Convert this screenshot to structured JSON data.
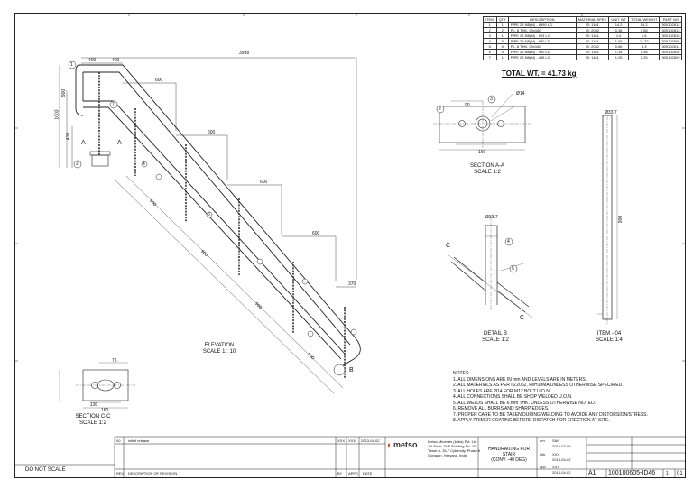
{
  "bom": {
    "headers": [
      "ITEM",
      "QTY",
      "DESCRIPTION",
      "MATERIAL SPEC",
      "UNIT WT",
      "TOTAL WEIGHT",
      "PART NO"
    ],
    "rows": [
      [
        "1",
        "1",
        "PIPE 25 NB(M) - 6390 LG.",
        "IS: 1161",
        "14.2",
        "14.2",
        "300102812"
      ],
      [
        "2",
        "2",
        "PL. 8 THK. 90x160",
        "IS: 2062",
        "0.36",
        "0.58",
        "300102813"
      ],
      [
        "3",
        "1",
        "PIPE 25 NB(M) - 963 LG.",
        "IS: 1161",
        "1.6",
        "1.6",
        "300102815"
      ],
      [
        "4",
        "5",
        "PIPE 25 NB(M) - 880 LG.",
        "IS: 1161",
        "1.65",
        "11.32",
        "300102806"
      ],
      [
        "5",
        "5",
        "PL. 8 THK. 90x160",
        "IS: 2062",
        "0.66",
        "3.3",
        "300102814"
      ],
      [
        "6",
        "4",
        "PIPE 25 NB(M) - 980 LG.",
        "IS: 1161",
        "1.34",
        "5.36",
        "300102826"
      ],
      [
        "7",
        "1",
        "PIPE 25 NB(M) - 435 LG.",
        "IS: 1161",
        "1.25",
        "1.25",
        "300102829"
      ]
    ]
  },
  "total_weight": "TOTAL WT. = 41.73 kg",
  "views": {
    "elevation": {
      "title": "ELEVATION",
      "scale": "SCALE 1 : 10"
    },
    "section_aa": {
      "title": "SECTION A-A",
      "scale": "SCALE 1:2"
    },
    "detail_b": {
      "title": "DETAIL  B",
      "scale": "SCALE 1:2"
    },
    "item_04": {
      "title": "ITEM - 04",
      "scale": "SCALE 1:4"
    },
    "section_cc": {
      "title": "SECTION C-C",
      "scale": "SCALE 1:2"
    }
  },
  "notes": {
    "heading": "NOTES:",
    "items": [
      "1. ALL DIMENSIONS ARE IN mm AND LEVELS ARE IN METERS.",
      "2. ALL MATERIALS AS PER IS:2062, FeH10MA UNLESS OTHERWISE SPECIFIED.",
      "3. ALL HOLES ARE Ø14 FOR M12 BOLT U.O.N.",
      "4. ALL CONNECTIONS SHALL BE SHOP WELDED U.O.N.",
      "5. ALL WELDS SHALL BE 6 mm THK. UNLESS OTHERWISE NOTED.",
      "6. REMOVE ALL BURRS AND SHARP EDGES.",
      "7. PROPER CARE TO BE TAKEN DURING WELDING TO AVOIDE ANY DISTORSION/STRESS.",
      "8. APPLY PRIMER COATING BEFORE DISPATCH FOR ERECTION AT SITE."
    ]
  },
  "dimensions": {
    "overall": "3998",
    "top1": "400",
    "top2": "400",
    "steps": [
      "600",
      "600",
      "600",
      "600",
      "370"
    ],
    "left1": "1003",
    "left2": "900",
    "left3": "410",
    "mid": [
      "900",
      "900",
      "900",
      "900"
    ],
    "item4_len": "900",
    "pipe_dia": "Ø33.7",
    "plate_w": "160",
    "plate_h": "90",
    "hole": "Ø14",
    "cc_w": "130",
    "cc_h": "160",
    "cc_top": "75"
  },
  "balloons": [
    "1",
    "2",
    "3",
    "4",
    "5",
    "6",
    "7"
  ],
  "section_labels": {
    "a": "A",
    "b": "B",
    "c": "C"
  },
  "title_block": {
    "do_not_scale": "DO NOT SCALE",
    "rev_row": [
      "00",
      "initial release",
      "XXX",
      "XXX",
      "2013-04-02"
    ],
    "rev_header": [
      "REV",
      "DESCRIPTION OF REVISION",
      "BY",
      "APPD",
      "DATE"
    ],
    "company": "metso",
    "company_address": [
      "Metso Minerals (India) Pvt. Ltd.",
      "1st Floor, DLF Building No. 10",
      "Tower A, DLF Cybercity, Phase II",
      "Gurgaon, Haryana, India"
    ],
    "drawing_title": [
      "HANDRAILING FOR STAIR",
      "(CONV. -40 DEG)"
    ],
    "sheet_size": "A1",
    "drawing_number": "100100605-ID46",
    "revision": "01",
    "sheet": "1",
    "people": [
      [
        "drn",
        "SAN",
        "2013-02-09"
      ],
      [
        "chk",
        "XXX",
        "2013-04-02"
      ],
      [
        "app",
        "XXX",
        "2013-04-02"
      ]
    ]
  }
}
